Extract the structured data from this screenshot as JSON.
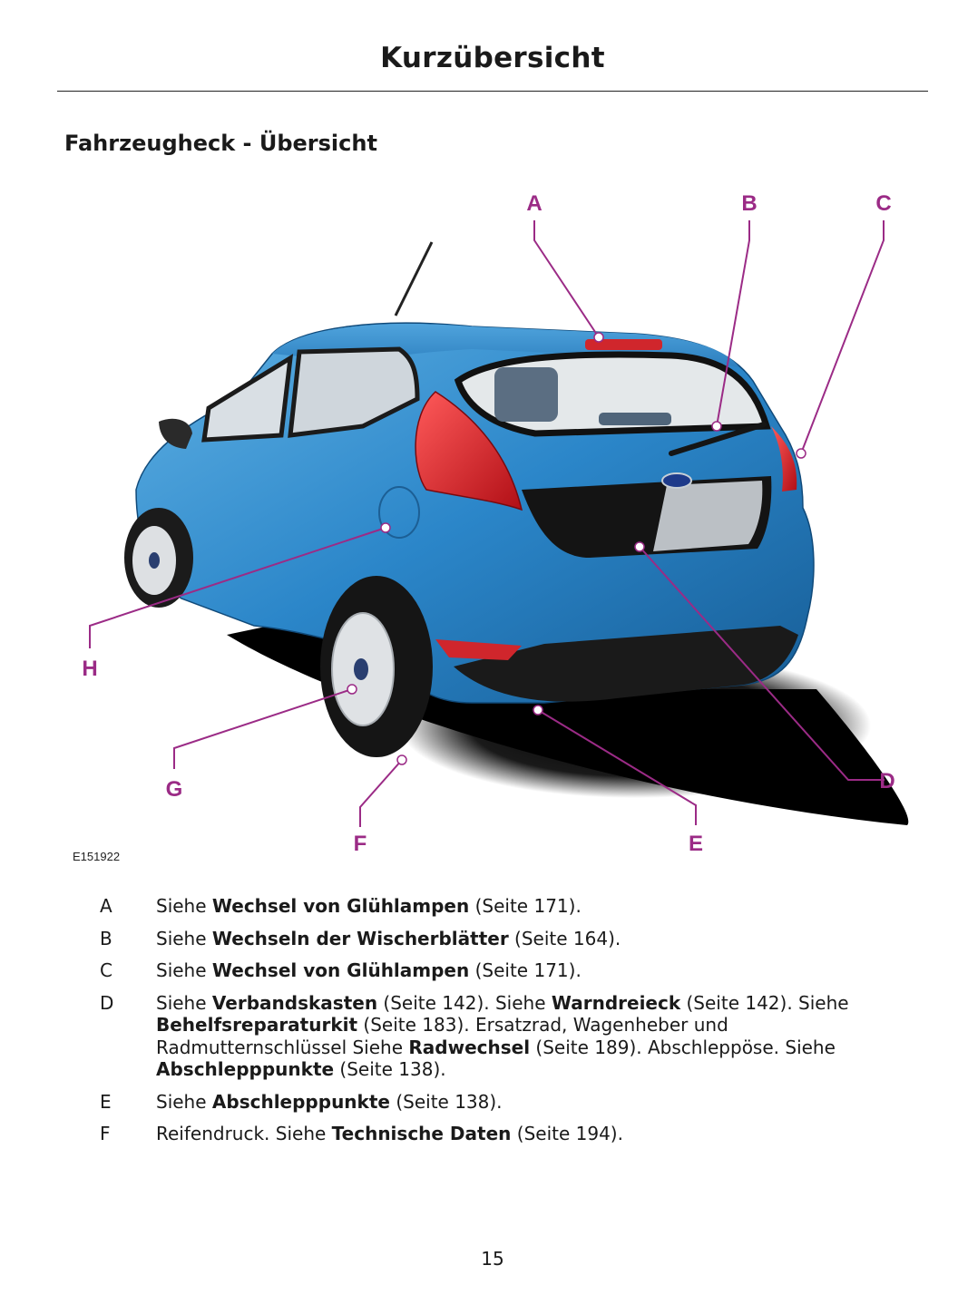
{
  "header": {
    "title": "Kurzübersicht"
  },
  "section": {
    "title": "Fahrzeugheck - Übersicht"
  },
  "figure": {
    "id": "E151922",
    "callouts": [
      "A",
      "B",
      "C",
      "D",
      "E",
      "F",
      "G",
      "H"
    ],
    "callout_color": "#9b2b86"
  },
  "legend": [
    {
      "letter": "A",
      "parts": [
        {
          "t": "Siehe "
        },
        {
          "t": "Wechsel von Glühlampen",
          "b": true
        },
        {
          "t": " (Seite 171)."
        }
      ]
    },
    {
      "letter": "B",
      "parts": [
        {
          "t": "Siehe "
        },
        {
          "t": "Wechseln der Wischerblätter",
          "b": true
        },
        {
          "t": " (Seite 164)."
        }
      ]
    },
    {
      "letter": "C",
      "parts": [
        {
          "t": "Siehe "
        },
        {
          "t": "Wechsel von Glühlampen",
          "b": true
        },
        {
          "t": " (Seite 171)."
        }
      ]
    },
    {
      "letter": "D",
      "parts": [
        {
          "t": "Siehe "
        },
        {
          "t": "Verbandskasten",
          "b": true
        },
        {
          "t": " (Seite 142).  Siehe "
        },
        {
          "t": "Warndreieck",
          "b": true
        },
        {
          "t": " (Seite 142).  Siehe "
        },
        {
          "t": "Behelfsreparaturkit",
          "b": true
        },
        {
          "t": " (Seite 183).  Ersatzrad, Wagenheber und Radmutternschlüssel  Siehe "
        },
        {
          "t": "Radwechsel",
          "b": true
        },
        {
          "t": " (Seite 189).  Abschleppöse.  Siehe "
        },
        {
          "t": "Abschlepppunkte",
          "b": true
        },
        {
          "t": " (Seite 138)."
        }
      ]
    },
    {
      "letter": "E",
      "parts": [
        {
          "t": "Siehe "
        },
        {
          "t": "Abschlepppunkte",
          "b": true
        },
        {
          "t": " (Seite 138)."
        }
      ]
    },
    {
      "letter": "F",
      "parts": [
        {
          "t": "Reifendruck.  Siehe "
        },
        {
          "t": "Technische Daten",
          "b": true
        },
        {
          "t": " (Seite 194)."
        }
      ]
    }
  ],
  "footer": {
    "page_number": "15"
  }
}
